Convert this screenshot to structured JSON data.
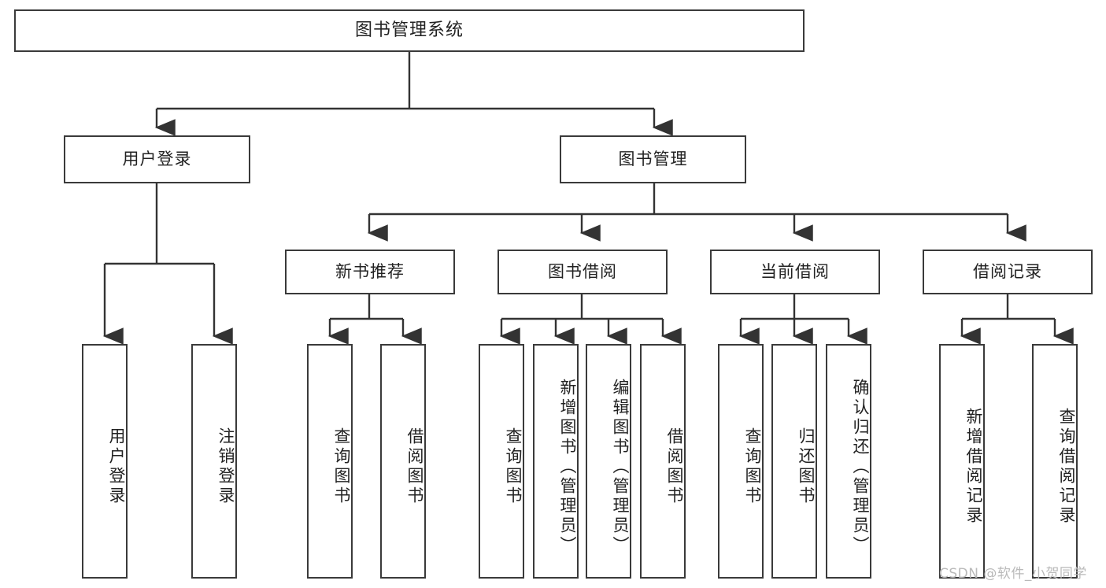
{
  "diagram": {
    "type": "tree",
    "title": "图书管理系统",
    "watermark": "CSDN @软件_小贺同学",
    "colors": {
      "box_border": "#3a3a3a",
      "box_fill": "#ffffff",
      "connector": "#333333",
      "text": "#222222",
      "watermark": "#b9b9b9",
      "background": "#ffffff"
    },
    "levels": {
      "root": {
        "label": "图书管理系统"
      },
      "level2": [
        {
          "label": "用户登录"
        },
        {
          "label": "图书管理"
        }
      ],
      "level3": [
        {
          "label": "新书推荐"
        },
        {
          "label": "图书借阅"
        },
        {
          "label": "当前借阅"
        },
        {
          "label": "借阅记录"
        }
      ],
      "leaves": {
        "user_login": [
          {
            "label": "用户登录"
          },
          {
            "label": "注销登录"
          }
        ],
        "new_book_recommend": [
          {
            "label": "查询图书"
          },
          {
            "label": "借阅图书"
          }
        ],
        "book_borrow": [
          {
            "label": "查询图书"
          },
          {
            "label": "新增图书（管理员）"
          },
          {
            "label": "编辑图书（管理员）"
          },
          {
            "label": "借阅图书"
          }
        ],
        "current_borrow": [
          {
            "label": "查询图书"
          },
          {
            "label": "归还图书"
          },
          {
            "label": "确认归还（管理员）"
          }
        ],
        "borrow_record": [
          {
            "label": "新增借阅记录"
          },
          {
            "label": "查询借阅记录"
          }
        ]
      }
    }
  }
}
